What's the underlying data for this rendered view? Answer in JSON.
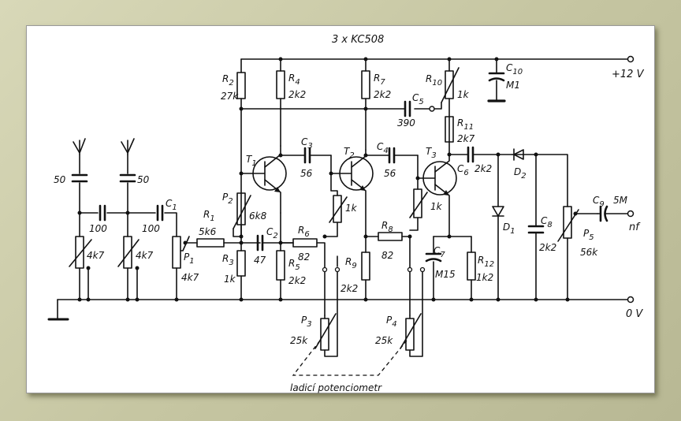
{
  "title": "3 x KC508",
  "rails": {
    "plus": "+12 V",
    "zero": "0 V"
  },
  "output": "nf",
  "caption": "ladicí potenciometr",
  "components": {
    "R2": {
      "name": "R",
      "sub": "2",
      "value": "27k"
    },
    "R4": {
      "name": "R",
      "sub": "4",
      "value": "2k2"
    },
    "R7": {
      "name": "R",
      "sub": "7",
      "value": "2k2"
    },
    "R10": {
      "name": "R",
      "sub": "10",
      "value": "1k"
    },
    "C10": {
      "name": "C",
      "sub": "10",
      "value": "M1"
    },
    "C5": {
      "name": "C",
      "sub": "5",
      "value": "390"
    },
    "R11": {
      "name": "R",
      "sub": "11",
      "value": "2k7"
    },
    "T1": {
      "name": "T",
      "sub": "1"
    },
    "T2": {
      "name": "T",
      "sub": "2"
    },
    "T3": {
      "name": "T",
      "sub": "3"
    },
    "C3": {
      "name": "C",
      "sub": "3",
      "value": "56"
    },
    "C4": {
      "name": "C",
      "sub": "4",
      "value": "56"
    },
    "C6": {
      "name": "C",
      "sub": "6",
      "value": "2k2"
    },
    "D2": {
      "name": "D",
      "sub": "2"
    },
    "D1": {
      "name": "D",
      "sub": "1"
    },
    "C8": {
      "name": "C",
      "sub": "8",
      "value": "2k2"
    },
    "P5": {
      "name": "P",
      "sub": "5",
      "value": "56k"
    },
    "C9": {
      "name": "C",
      "sub": "9",
      "value": "5M"
    },
    "P2": {
      "name": "P",
      "sub": "2",
      "value": "6k8"
    },
    "R1": {
      "name": "R",
      "sub": "1",
      "value": "5k6"
    },
    "C1": {
      "name": "C",
      "sub": "1"
    },
    "C1val": {
      "value": "100"
    },
    "Cmid": {
      "value": "100"
    },
    "Cant1": {
      "value": "50"
    },
    "Cant2": {
      "value": "50"
    },
    "Pa": {
      "value": "4k7"
    },
    "Pb": {
      "value": "4k7"
    },
    "P1": {
      "name": "P",
      "sub": "1",
      "value": "4k7"
    },
    "C2": {
      "name": "C",
      "sub": "2",
      "value": "47"
    },
    "R3": {
      "name": "R",
      "sub": "3",
      "value": "1k"
    },
    "R5": {
      "name": "R",
      "sub": "5",
      "value": "2k2"
    },
    "R6": {
      "name": "R",
      "sub": "6",
      "value": "82"
    },
    "R8": {
      "name": "R",
      "sub": "8",
      "value": "82"
    },
    "R9": {
      "name": "R",
      "sub": "9",
      "value": "2k2"
    },
    "C7": {
      "name": "C",
      "sub": "7",
      "value": "M15"
    },
    "R12": {
      "name": "R",
      "sub": "12",
      "value": "1k2"
    },
    "Pt2": {
      "value": "1k"
    },
    "Pt3": {
      "value": "1k"
    },
    "P3": {
      "name": "P",
      "sub": "3",
      "value": "25k"
    },
    "P4": {
      "name": "P",
      "sub": "4",
      "value": "25k"
    }
  }
}
